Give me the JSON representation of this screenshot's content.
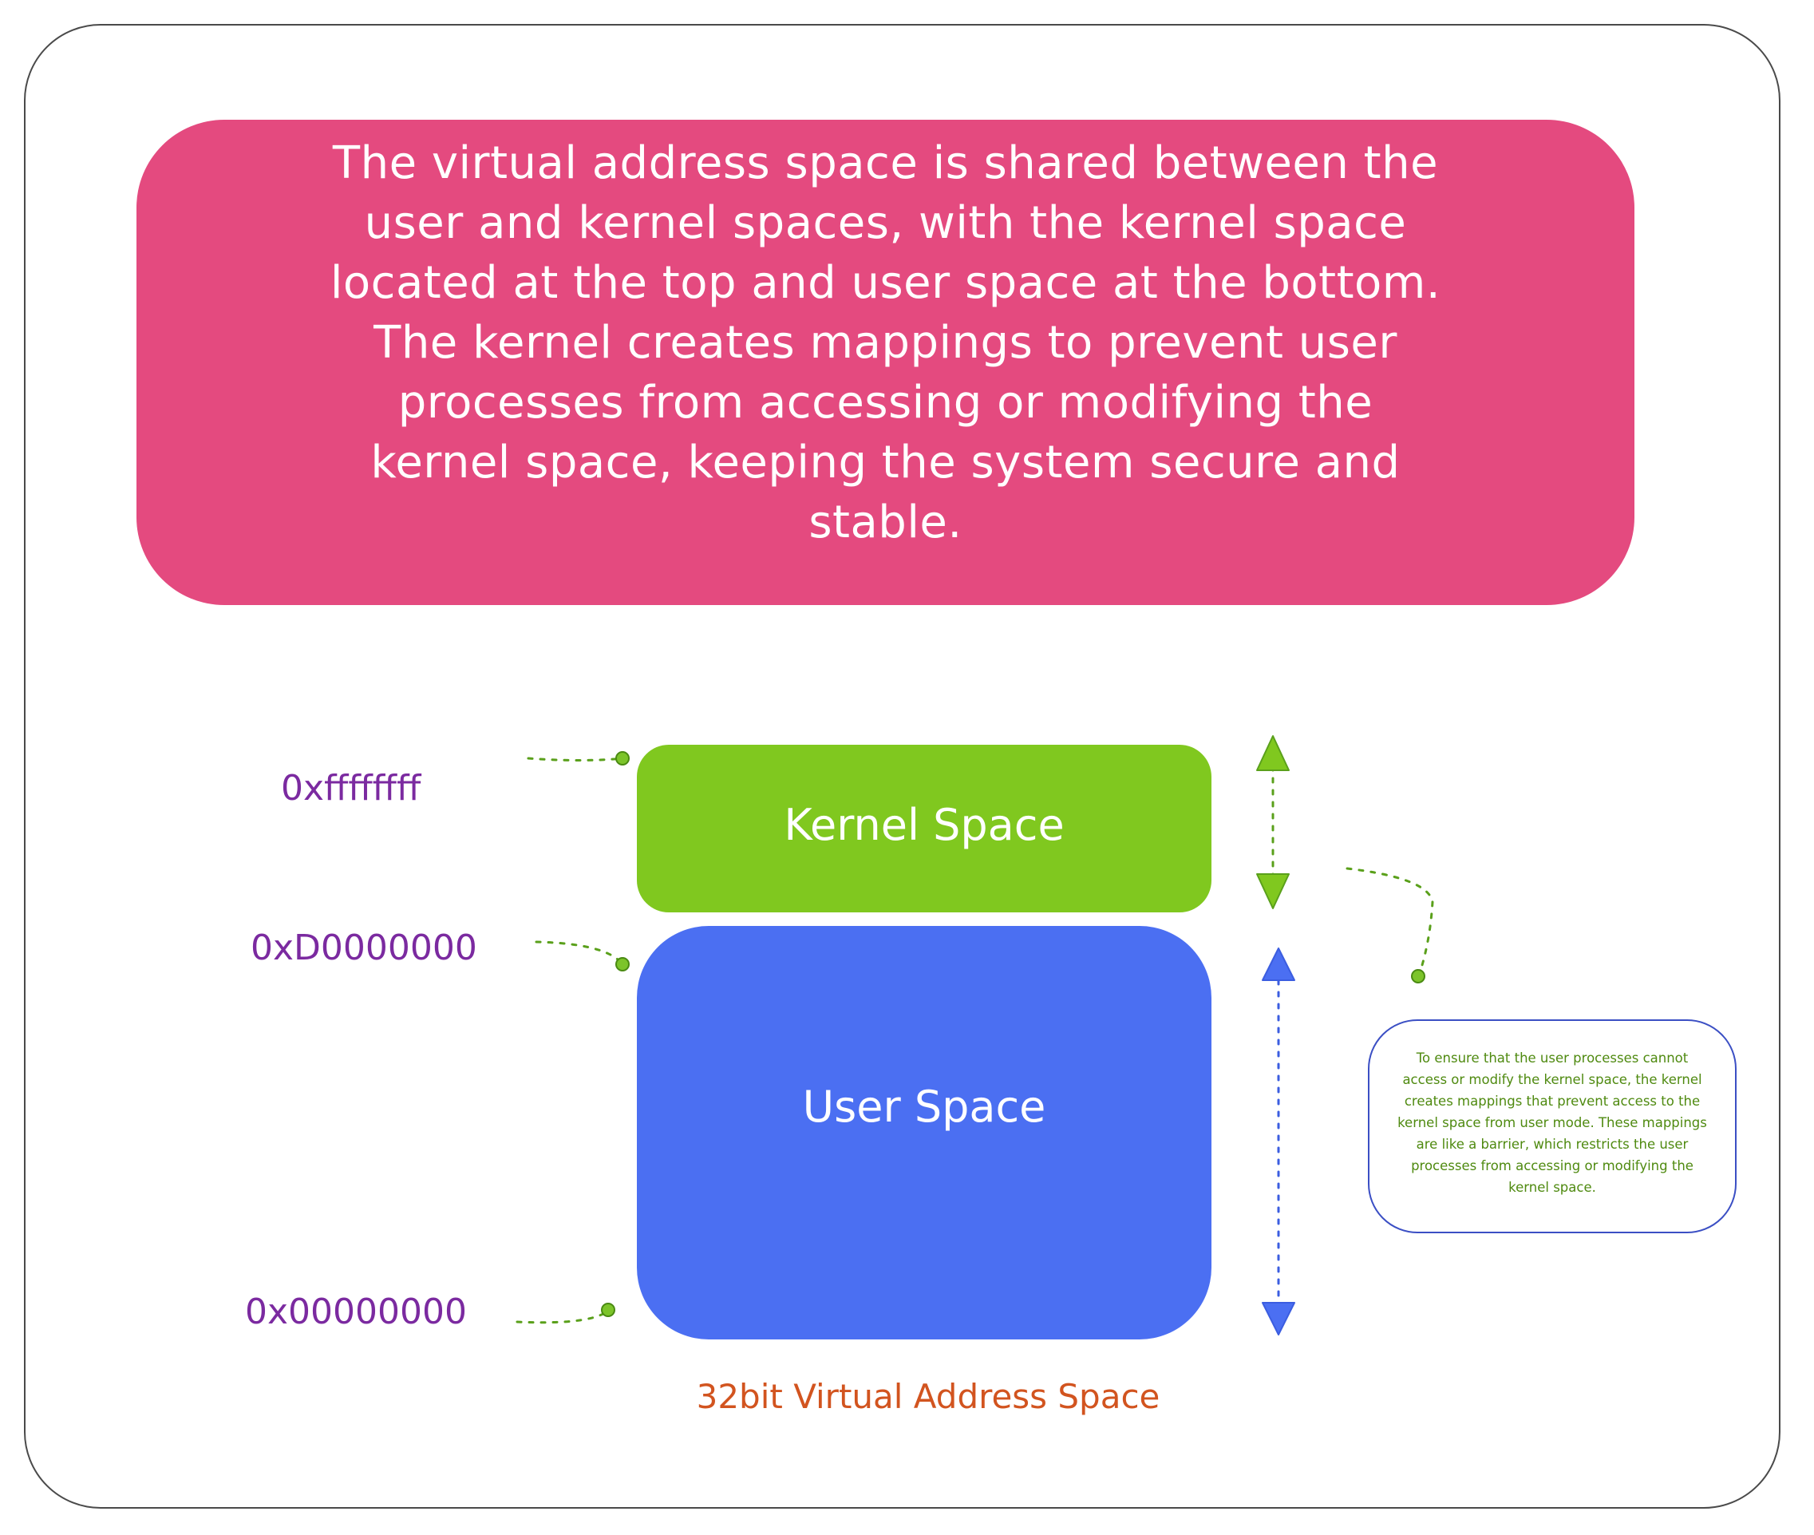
{
  "banner": {
    "text": "The virtual address space is shared between the user and kernel spaces, with the kernel space located at the top and user space at the bottom. The kernel creates mappings to prevent user processes from accessing or modifying the kernel space, keeping the system secure and stable."
  },
  "diagram": {
    "kernel_label": "Kernel Space",
    "user_label": "User Space",
    "address_top": "0xffffffff",
    "address_mid": "0xD0000000",
    "address_bottom": "0x00000000",
    "caption": "32bit Virtual Address Space"
  },
  "note": {
    "text": "To ensure that the user processes cannot access or modify the kernel space, the kernel creates mappings that prevent access to the kernel space from user mode. These mappings are like a barrier, which restricts the user processes from accessing or modifying the kernel space."
  },
  "colors": {
    "banner": "#e44a7f",
    "kernel": "#80c81f",
    "user": "#4b6ff2",
    "address": "#7b2aa0",
    "caption": "#d2541f",
    "note_border": "#3b4fc4",
    "note_text": "#4f8a10"
  }
}
